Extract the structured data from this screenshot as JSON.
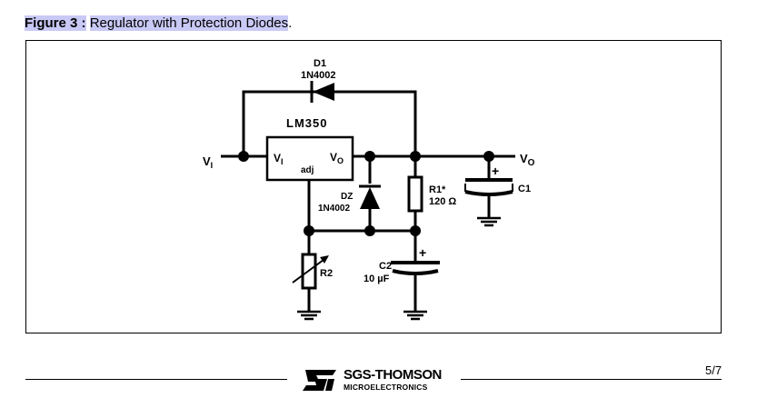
{
  "caption": {
    "label": "Figure 3 :",
    "text": "Regulator with Protection Diodes",
    "period": "."
  },
  "circuit": {
    "d1_name": "D1",
    "d1_part": "1N4002",
    "ic_name": "LM350",
    "pin_vi": "V",
    "pin_vi_sub": "I",
    "pin_vo": "V",
    "pin_vo_sub": "O",
    "pin_adj": "adj",
    "input_label": "V",
    "input_label_sub": "I",
    "output_label": "V",
    "output_label_sub": "O",
    "d2_name": "DZ",
    "d2_part": "1N4002",
    "r1_name": "R1*",
    "r1_value": "120 Ω",
    "c1_name": "C1",
    "c2_name": "C2",
    "c2_value": "10 µF",
    "r2_name": "R2",
    "plus_sign": "+"
  },
  "footer": {
    "brand": "SGS-THOMSON",
    "sub": "MICROELECTRONICS",
    "page": "5/7"
  }
}
